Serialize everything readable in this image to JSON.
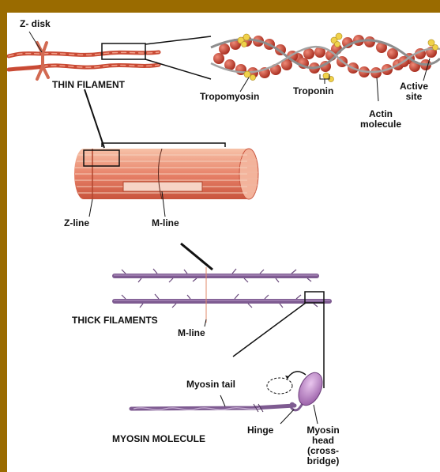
{
  "colors": {
    "frame": "#9a6b00",
    "background": "#ffffff",
    "actin": "#c0392b",
    "troponin": "#f0d24a",
    "myosin": "#8c6a9e"
  },
  "labels": {
    "z_disk": "Z- disk",
    "thin_filament": "THIN FILAMENT",
    "tropomyosin": "Tropomyosin",
    "troponin": "Troponin",
    "active_site_1": "Active",
    "active_site_2": "site",
    "actin_molecule_1": "Actin",
    "actin_molecule_2": "molecule",
    "z_line": "Z-line",
    "m_line_top": "M-line",
    "thick_filaments": "THICK FILAMENTS",
    "m_line_bottom": "M-line",
    "myosin_tail": "Myosin tail",
    "hinge": "Hinge",
    "myosin_molecule": "MYOSIN MOLECULE",
    "myosin_head_1": "Myosin",
    "myosin_head_2": "head",
    "myosin_head_3": "(cross-",
    "myosin_head_4": "bridge)"
  }
}
